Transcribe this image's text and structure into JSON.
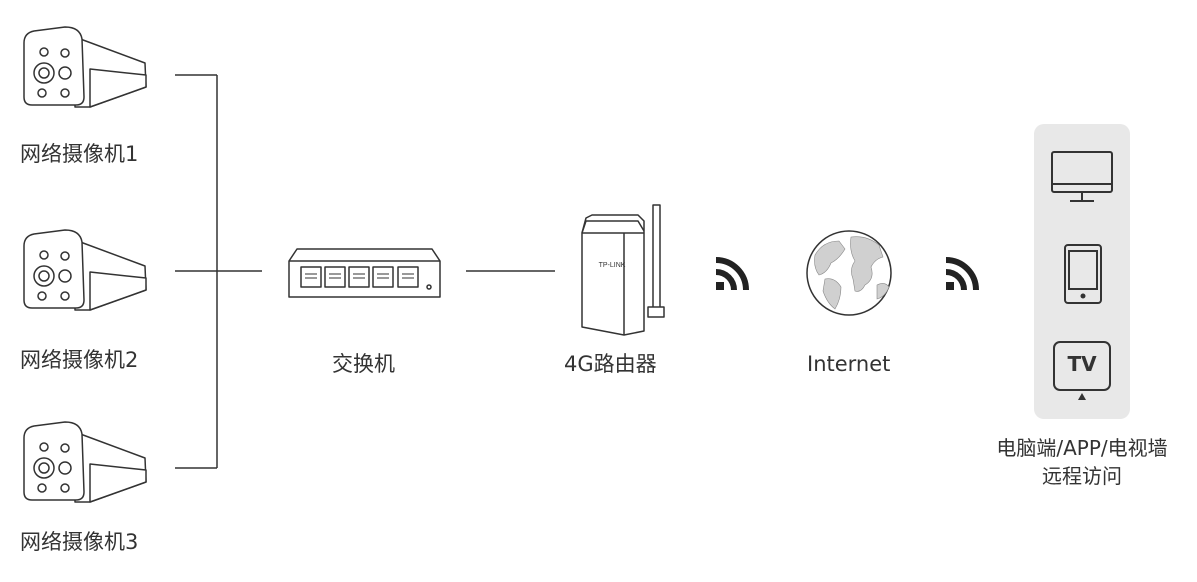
{
  "cameras": [
    {
      "label": "网络摄像机1"
    },
    {
      "label": "网络摄像机2"
    },
    {
      "label": "网络摄像机3"
    }
  ],
  "switch": {
    "label": "交换机"
  },
  "router": {
    "label": "4G路由器",
    "brand": "TP-LINK"
  },
  "internet": {
    "label": "Internet"
  },
  "clients": {
    "label_line1": "电脑端/APP/电视墙",
    "label_line2": "远程访问",
    "tv_text": "TV",
    "icons": [
      "monitor-icon",
      "phone-icon",
      "tv-icon"
    ]
  },
  "colors": {
    "stroke": "#333333",
    "panel": "#e8e8e8",
    "text": "#333333"
  }
}
